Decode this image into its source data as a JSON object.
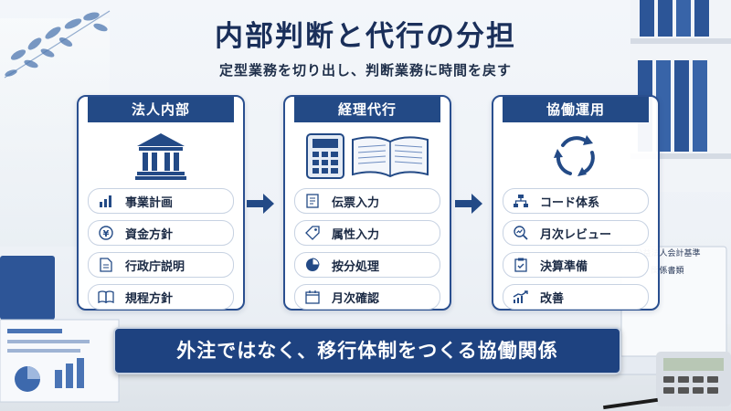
{
  "title": "内部判断と代行の分担",
  "subtitle": "定型業務を切り出し、判断業務に時間を戻す",
  "panels": [
    {
      "header": "法人内部",
      "icon": "bank-building-icon",
      "items": [
        {
          "icon": "bar-chart-icon",
          "label": "事業計画"
        },
        {
          "icon": "yen-coin-icon",
          "label": "資金方針"
        },
        {
          "icon": "document-icon",
          "label": "行政庁説明"
        },
        {
          "icon": "open-book-icon",
          "label": "規程方針"
        }
      ]
    },
    {
      "header": "経理代行",
      "icon": "calculator-ledger-icon",
      "items": [
        {
          "icon": "voucher-icon",
          "label": "伝票入力"
        },
        {
          "icon": "tag-icon",
          "label": "属性入力"
        },
        {
          "icon": "pie-chart-icon",
          "label": "按分処理"
        },
        {
          "icon": "calendar-icon",
          "label": "月次確認"
        }
      ]
    },
    {
      "header": "協働運用",
      "icon": "cycle-arrows-icon",
      "items": [
        {
          "icon": "org-chart-icon",
          "label": "コード体系"
        },
        {
          "icon": "magnifier-chart-icon",
          "label": "月次レビュー"
        },
        {
          "icon": "checklist-icon",
          "label": "決算準備"
        },
        {
          "icon": "trend-up-icon",
          "label": "改善"
        }
      ]
    }
  ],
  "banner": "外注ではなく、移行体制をつくる協働関係",
  "background": {
    "doc_title": "公益法人会計基準",
    "doc_subtitle": "関係書類"
  },
  "colors": {
    "primary": "#234a86",
    "banner": "#1e4280",
    "title": "#1a2f5a"
  }
}
